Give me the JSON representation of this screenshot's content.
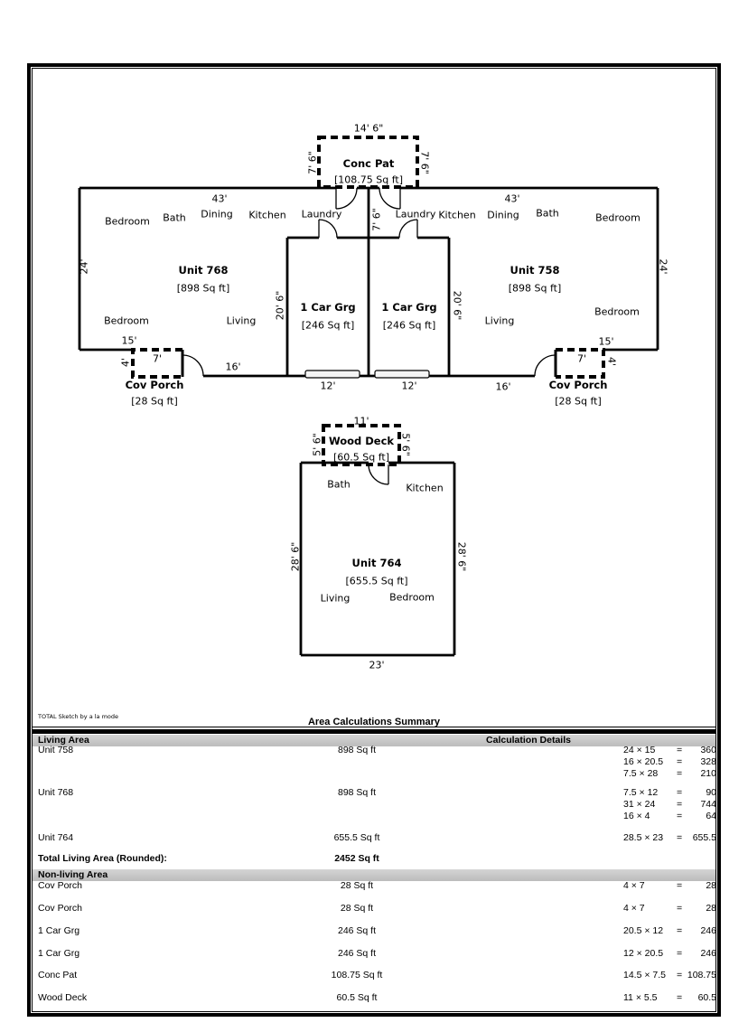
{
  "colors": {
    "wall": "#000000",
    "header_band": "#c6c6c6",
    "paper": "#ffffff"
  },
  "plan": {
    "labels": [
      "14' 6\"",
      "Conc Pat",
      "[108.75 Sq ft]",
      "7' 6\"",
      "7' 6\"",
      "43'",
      "43'",
      "Bedroom",
      "Bath",
      "Dining",
      "Kitchen",
      "Laundry",
      "7' 6\"",
      "Laundry",
      "Kitchen",
      "Dining",
      "Bath",
      "Bedroom",
      "Unit 768",
      "[898 Sq ft]",
      "Unit 758",
      "[898 Sq ft]",
      "24'",
      "24'",
      "20' 6\"",
      "20' 6\"",
      "1 Car Grg",
      "[246 Sq ft]",
      "1 Car Grg",
      "[246 Sq ft]",
      "Bedroom",
      "Living",
      "Living",
      "Bedroom",
      "15'",
      "15'",
      "4'",
      "7'",
      "7'",
      "4'",
      "16'",
      "16'",
      "12'",
      "12'",
      "Cov Porch",
      "[28 Sq ft]",
      "Cov Porch",
      "[28 Sq ft]",
      "11'",
      "Wood Deck",
      "[60.5 Sq ft]",
      "5' 6\"",
      "5' 6\"",
      "Bath",
      "Kitchen",
      "28' 6\"",
      "28' 6\"",
      "Unit 764",
      "[655.5 Sq ft]",
      "Living",
      "Bedroom",
      "23'"
    ]
  },
  "table": {
    "brand": "TOTAL Sketch by a la mode",
    "title": "Area Calculations Summary",
    "living_header": "Living Area",
    "calc_header": "Calculation Details",
    "eq": "=",
    "living_rows": [
      {
        "name": "Unit 758",
        "area": "898 Sq ft",
        "c0e": "24 × 15",
        "c0v": "360",
        "c1e": "16 × 20.5",
        "c1v": "328",
        "c2e": "7.5 × 28",
        "c2v": "210"
      },
      {
        "name": "Unit 768",
        "area": "898 Sq ft",
        "c0e": "7.5 × 12",
        "c0v": "90",
        "c1e": "31 × 24",
        "c1v": "744",
        "c2e": "16 × 4",
        "c2v": "64"
      },
      {
        "name": "Unit 764",
        "area": "655.5 Sq ft",
        "c0e": "28.5 × 23",
        "c0v": "655.5"
      }
    ],
    "total_label": "Total Living Area (Rounded):",
    "total_value": "2452 Sq ft",
    "nonliving_header": "Non-living Area",
    "nonliving_rows": [
      {
        "name": "Cov Porch",
        "area": "28 Sq ft",
        "e": "4 × 7",
        "v": "28"
      },
      {
        "name": "Cov Porch",
        "area": "28 Sq ft",
        "e": "4 × 7",
        "v": "28"
      },
      {
        "name": "1 Car Grg",
        "area": "246 Sq ft",
        "e": "20.5 × 12",
        "v": "246"
      },
      {
        "name": "1 Car Grg",
        "area": "246 Sq ft",
        "e": "12 × 20.5",
        "v": "246"
      },
      {
        "name": "Conc Pat",
        "area": "108.75 Sq ft",
        "e": "14.5 × 7.5",
        "v": "108.75"
      },
      {
        "name": "Wood Deck",
        "area": "60.5 Sq ft",
        "e": "11 × 5.5",
        "v": "60.5"
      }
    ]
  }
}
